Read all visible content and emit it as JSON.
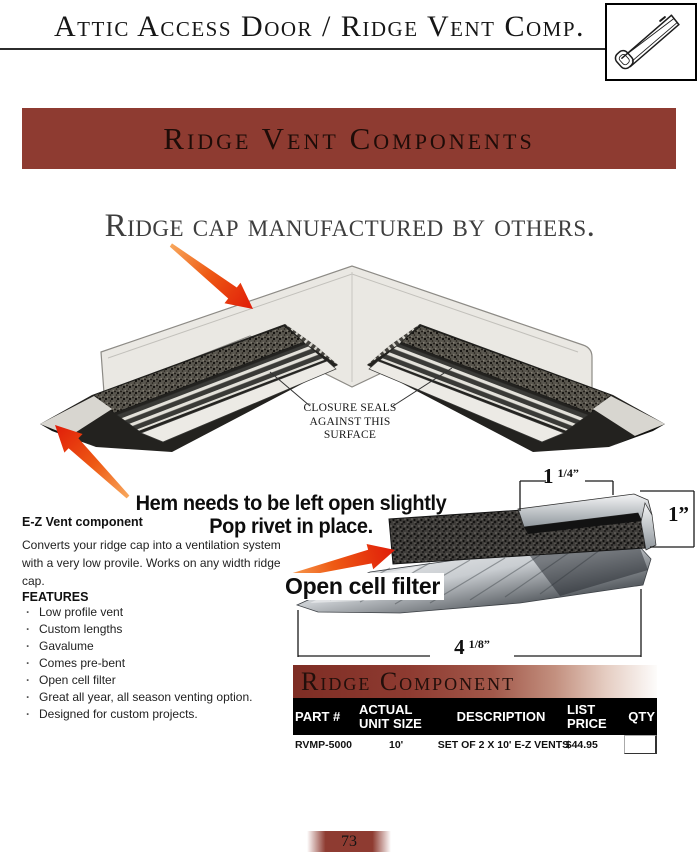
{
  "ui": {
    "bullet": "·"
  },
  "header": {
    "title": "Attic Access Door  / Ridge Vent Comp."
  },
  "banner": {
    "title": "Ridge Vent Components"
  },
  "illustration": {
    "heading": "Ridge cap manufactured by others.",
    "closure_note": "CLOSURE SEALS\nAGAINST THIS\nSURFACE",
    "hem_note": "Hem needs to be left open slightly\nPop rivet in place.",
    "open_cell_label": "Open cell filter"
  },
  "product": {
    "name": "E-Z Vent component",
    "description": "Converts your ridge cap into a ventilation system with a very low provile. Works on any width ridge cap.",
    "features_heading": "FEATURES",
    "features": [
      "Low profile vent",
      "Custom lengths",
      "Gavalume",
      "Comes pre-bent",
      "Open cell filter",
      "Great all year, all season venting option.",
      "Designed for custom projects."
    ],
    "dimensions": {
      "top_whole": "1",
      "top_frac": "1/4”",
      "right_whole": "1",
      "right_frac": "”",
      "bottom_whole": "4",
      "bottom_frac": "1/8”"
    }
  },
  "table": {
    "title": "Ridge Component",
    "columns": [
      "PART #",
      "ACTUAL UNIT SIZE",
      "DESCRIPTION",
      "LIST PRICE",
      "QTY"
    ],
    "rows": [
      {
        "part": "RVMP-5000",
        "size": "10'",
        "description": "SET OF 2 X 10' E-Z VENTS",
        "price": "$44.95",
        "qty": ""
      }
    ]
  },
  "footer": {
    "page_number": "73"
  },
  "colors": {
    "maroon": "#8e3b31",
    "arrow_red": "#e01c09",
    "table_header_bg": "#000000"
  }
}
